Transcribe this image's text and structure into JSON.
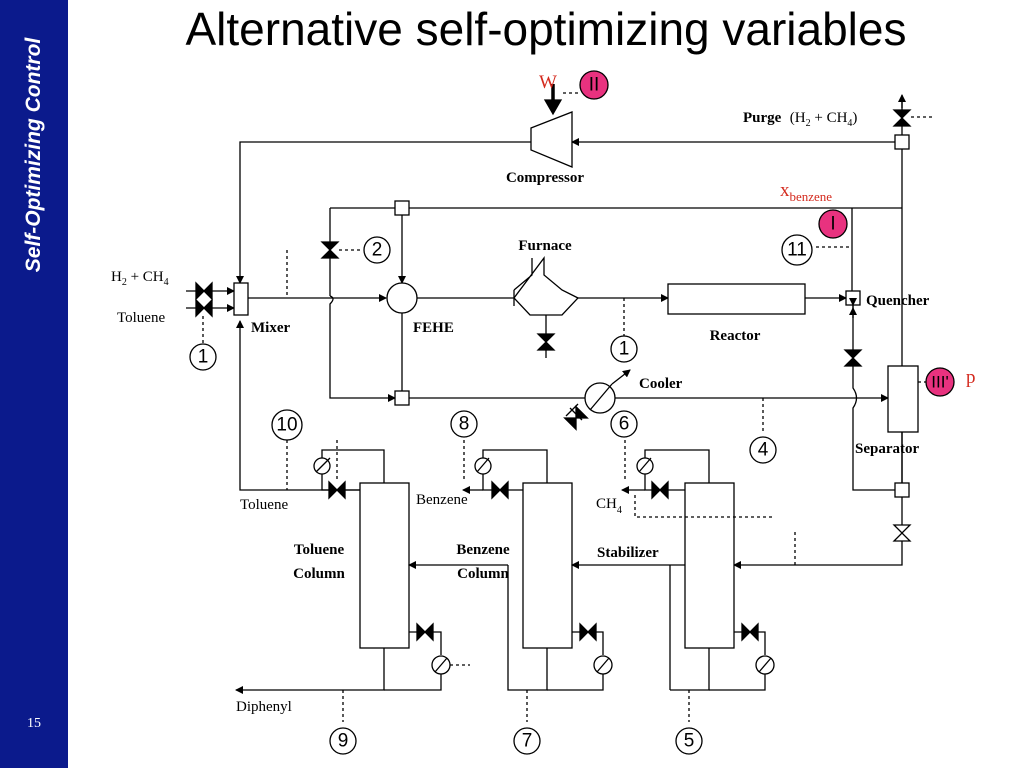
{
  "slide": {
    "title": "Alternative self-optimizing variables",
    "sidebar_title": "Self-Optimizing Control",
    "number": "15"
  },
  "colors": {
    "sidebar": "#0b1a8c",
    "highlight_circle": "#e8327f",
    "red_text": "#d42a1e"
  },
  "labels": {
    "compressor": "Compressor",
    "w": "W",
    "purge": "Purge",
    "purge_gas_open": "(H",
    "purge_gas_sub1": "2",
    "purge_gas_mid": " + CH",
    "purge_gas_sub2": "4",
    "purge_gas_close": ")",
    "x": "x",
    "x_sub": "benzene",
    "furnace": "Furnace",
    "quencher": "Quencher",
    "feed_h2": "H",
    "feed_sub1": "2",
    "feed_mid": " + CH",
    "feed_sub2": "4",
    "toluene_feed": "Toluene",
    "mixer": "Mixer",
    "fehe": "FEHE",
    "reactor": "Reactor",
    "cooler": "Cooler",
    "p": "p",
    "separator": "Separator",
    "toluene_recycle": "Toluene",
    "benzene_product": "Benzene",
    "ch4": "CH",
    "ch4_sub": "4",
    "toluene_column_line1": "Toluene",
    "toluene_column_line2": "Column",
    "benzene_column_line1": "Benzene",
    "benzene_column_line2": "Column",
    "stabilizer": "Stabilizer",
    "diphenyl": "Diphenyl"
  },
  "markers": {
    "one_a": "1",
    "two": "2",
    "one_b": "1",
    "four": "4",
    "five": "5",
    "six": "6",
    "seven": "7",
    "eight": "8",
    "nine": "9",
    "ten": "10",
    "eleven": "11",
    "i": "I",
    "ii": "II",
    "iii": "III'"
  }
}
